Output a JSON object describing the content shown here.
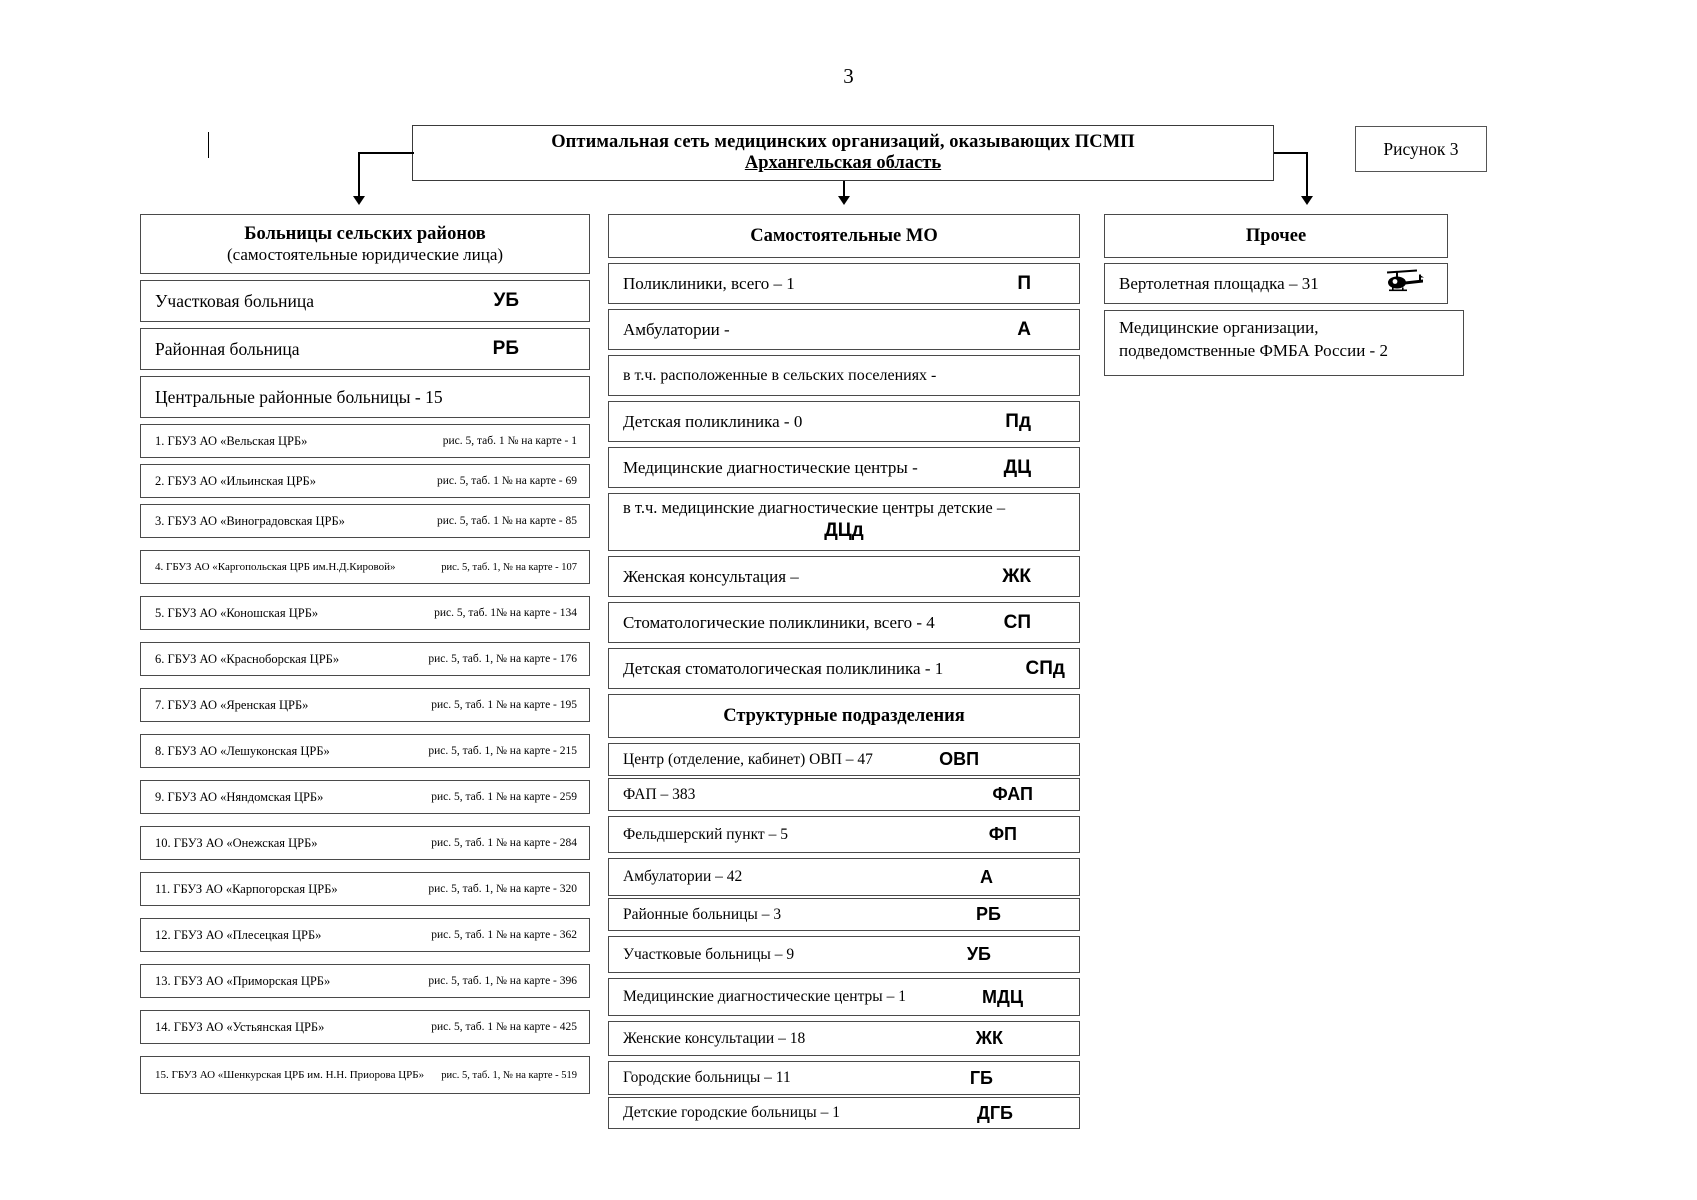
{
  "page": {
    "number": "3"
  },
  "figure_label": "Рисунок 3",
  "title": {
    "line1": "Оптимальная сеть медицинских организаций, оказывающих ПСМП",
    "line2": "Архангельская область"
  },
  "left_column": {
    "header_line1": "Больницы сельских районов",
    "header_line2": "(самостоятельные юридические лица)",
    "rows": [
      {
        "label": "Участковая больница",
        "abbr": "УБ"
      },
      {
        "label": "Районная больница",
        "abbr": "РБ"
      },
      {
        "label": "Центральные районные больницы - 15",
        "abbr": ""
      }
    ],
    "hospitals": [
      {
        "name": "1. ГБУЗ АО «Вельская ЦРБ»",
        "ref": "рис. 5, таб. 1 № на карте - 1"
      },
      {
        "name": "2. ГБУЗ АО «Ильинская ЦРБ»",
        "ref": "рис. 5, таб. 1 № на карте - 69"
      },
      {
        "name": "3. ГБУЗ АО «Виноградовская ЦРБ»",
        "ref": "рис. 5, таб. 1 № на карте - 85"
      },
      {
        "name": "4. ГБУЗ АО «Каргопольская ЦРБ им.Н.Д.Кировой»",
        "ref": "рис. 5, таб. 1, № на карте - 107"
      },
      {
        "name": "5. ГБУЗ АО «Коношская ЦРБ»",
        "ref": "рис. 5, таб. 1№ на карте - 134"
      },
      {
        "name": "6. ГБУЗ АО «Красноборская ЦРБ»",
        "ref": "рис. 5, таб. 1, № на карте - 176"
      },
      {
        "name": "7. ГБУЗ АО «Яренская ЦРБ»",
        "ref": "рис. 5, таб. 1 № на карте - 195"
      },
      {
        "name": "8. ГБУЗ АО «Лешуконская ЦРБ»",
        "ref": "рис. 5, таб. 1, № на карте - 215"
      },
      {
        "name": "9. ГБУЗ АО «Няндомская ЦРБ»",
        "ref": "рис. 5, таб. 1 № на карте - 259"
      },
      {
        "name": "10. ГБУЗ АО «Онежская ЦРБ»",
        "ref": "рис. 5, таб. 1 № на карте - 284"
      },
      {
        "name": "11. ГБУЗ АО «Карпогорская ЦРБ»",
        "ref": "рис. 5, таб. 1, № на карте - 320"
      },
      {
        "name": "12. ГБУЗ АО «Плесецкая ЦРБ»",
        "ref": "рис. 5, таб. 1 № на карте - 362"
      },
      {
        "name": "13. ГБУЗ АО «Приморская ЦРБ»",
        "ref": "рис. 5, таб. 1, № на карте - 396"
      },
      {
        "name": "14. ГБУЗ АО «Устьянская ЦРБ»",
        "ref": "рис. 5, таб. 1 № на карте - 425"
      },
      {
        "name": "15. ГБУЗ АО «Шенкурская ЦРБ им. Н.Н. Приорова ЦРБ»",
        "ref": "рис. 5, таб. 1, № на карте - 519"
      }
    ]
  },
  "middle_column": {
    "header": "Самостоятельные МО",
    "rows": [
      {
        "label": "Поликлиники, всего – 1",
        "abbr": "П"
      },
      {
        "label": "Амбулатории -",
        "abbr": "А"
      },
      {
        "label": "в т.ч. расположенные в сельских поселениях -",
        "abbr": ""
      },
      {
        "label": "Детская поликлиника - 0",
        "abbr": "Пд"
      },
      {
        "label": "Медицинские диагностические центры -",
        "abbr": "ДЦ"
      }
    ],
    "wrapped_row": {
      "line1": "в т.ч. медицинские диагностические центры детские –",
      "line2": "ДЦд"
    },
    "rows2": [
      {
        "label": "Женская консультация –",
        "abbr": "ЖК"
      },
      {
        "label": "Стоматологические поликлиники, всего - 4",
        "abbr": "СП"
      },
      {
        "label": "Детская стоматологическая поликлиника - 1",
        "abbr": "СПд"
      }
    ],
    "section_header": "Структурные подразделения",
    "subdivisions": [
      {
        "label": "Центр (отделение, кабинет) ОВП – 47",
        "abbr": "ОВП"
      },
      {
        "label": "ФАП – 383",
        "abbr": "ФАП"
      },
      {
        "label": "Фельдшерский пункт – 5",
        "abbr": "ФП"
      },
      {
        "label": "Амбулатории – 42",
        "abbr": "А"
      },
      {
        "label": "Районные больницы – 3",
        "abbr": "РБ"
      },
      {
        "label": "Участковые больницы – 9",
        "abbr": "УБ"
      },
      {
        "label": "Медицинские диагностические центры – 1",
        "abbr": "МДЦ"
      },
      {
        "label": "Женские консультации  – 18",
        "abbr": "ЖК"
      },
      {
        "label": "Городские больницы  – 11",
        "abbr": "ГБ"
      },
      {
        "label": "Детские городские больницы  – 1",
        "abbr": "ДГБ"
      }
    ]
  },
  "right_column": {
    "header": "Прочее",
    "heliport": {
      "label": "Вертолетная площадка – 31",
      "icon": "helicopter-icon"
    },
    "fmba": {
      "line1": "Медицинские организации,",
      "line2": "подведомственные ФМБА России - 2"
    }
  }
}
